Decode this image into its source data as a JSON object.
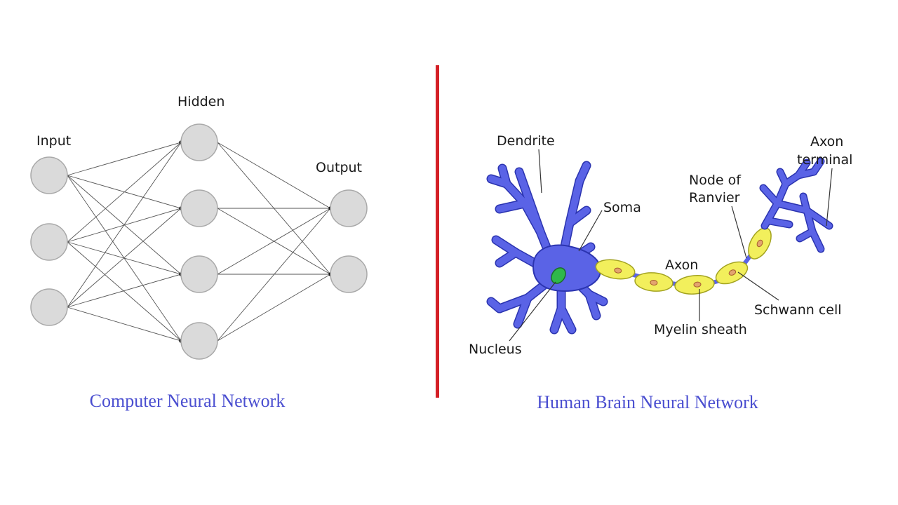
{
  "left_diagram": {
    "layer_labels": {
      "input": "Input",
      "hidden": "Hidden",
      "output": "Output"
    },
    "layers": {
      "input_nodes": 3,
      "hidden_nodes": 4,
      "output_nodes": 2
    },
    "caption": "Computer Neural Network"
  },
  "right_diagram": {
    "labels": {
      "dendrite": "Dendrite",
      "soma": "Soma",
      "nucleus": "Nucleus",
      "axon": "Axon",
      "node_of_ranvier_line1": "Node of",
      "node_of_ranvier_line2": "Ranvier",
      "axon_terminal_line1": "Axon",
      "axon_terminal_line2": "terminal",
      "schwann_cell": "Schwann cell",
      "myelin_sheath": "Myelin sheath"
    },
    "caption": "Human Brain Neural Network"
  },
  "colors": {
    "divider": "#d42026",
    "caption": "#4a4ed0",
    "neuron": "#5a63e6",
    "myelin": "#f2ef5c",
    "nucleus": "#2fb84a",
    "node_fill": "#dadada"
  }
}
